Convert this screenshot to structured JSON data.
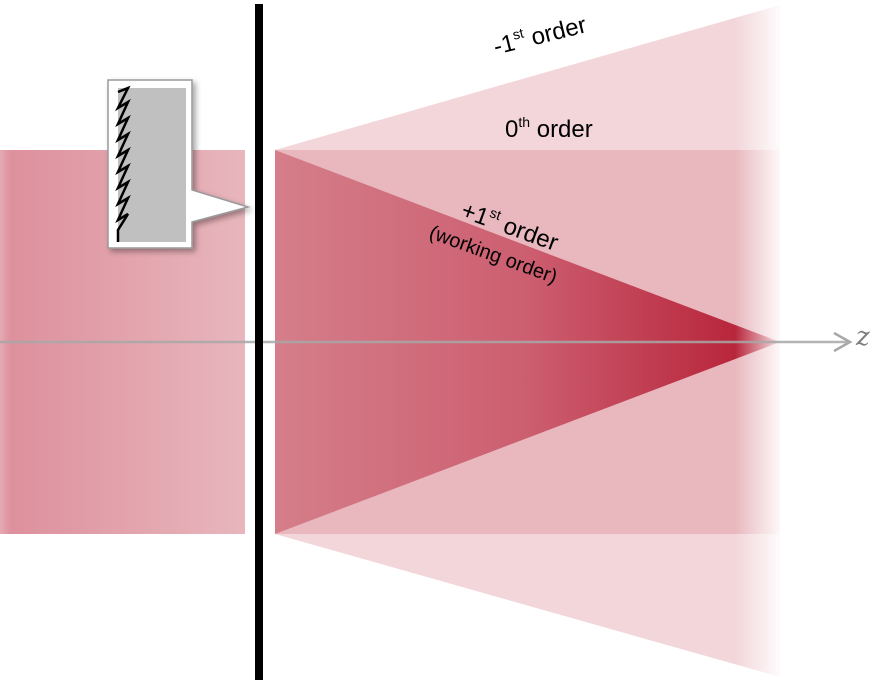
{
  "labels": {
    "minus_first": {
      "prefix": "-1",
      "sup": "st",
      "suffix": " order"
    },
    "zeroth": {
      "prefix": "0",
      "sup": "th",
      "suffix": " order"
    },
    "plus_first": {
      "prefix": "+1",
      "sup": "st",
      "suffix": " order"
    },
    "working": "(working order)",
    "axis": "z"
  },
  "colors": {
    "beam": "#d9506a",
    "focus": "#b8182e",
    "grating": "#000000",
    "lens_body": "#c0c0c0",
    "axis": "#aaaaaa"
  }
}
